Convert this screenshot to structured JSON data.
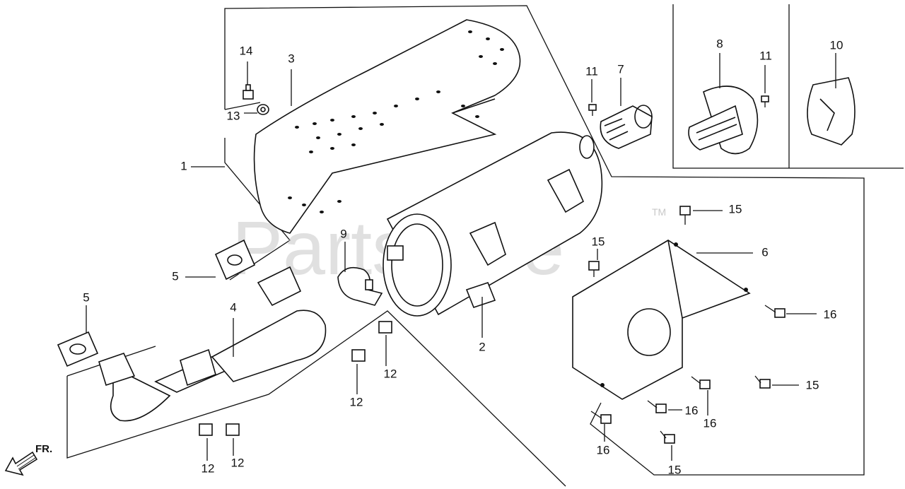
{
  "watermark": {
    "text": "PartsTree",
    "mark": "TM"
  },
  "direction_label": "FR.",
  "callouts": {
    "c1": "1",
    "c2": "2",
    "c3": "3",
    "c4": "4",
    "c5a": "5",
    "c5b": "5",
    "c6": "6",
    "c7": "7",
    "c8": "8",
    "c9": "9",
    "c10": "10",
    "c11a": "11",
    "c11b": "11",
    "c12a": "12",
    "c12b": "12",
    "c12c": "12",
    "c12d": "12",
    "c13": "13",
    "c14": "14",
    "c15a": "15",
    "c15b": "15",
    "c15c": "15",
    "c15d": "15",
    "c16a": "16",
    "c16b": "16",
    "c16c": "16",
    "c16d": "16"
  }
}
